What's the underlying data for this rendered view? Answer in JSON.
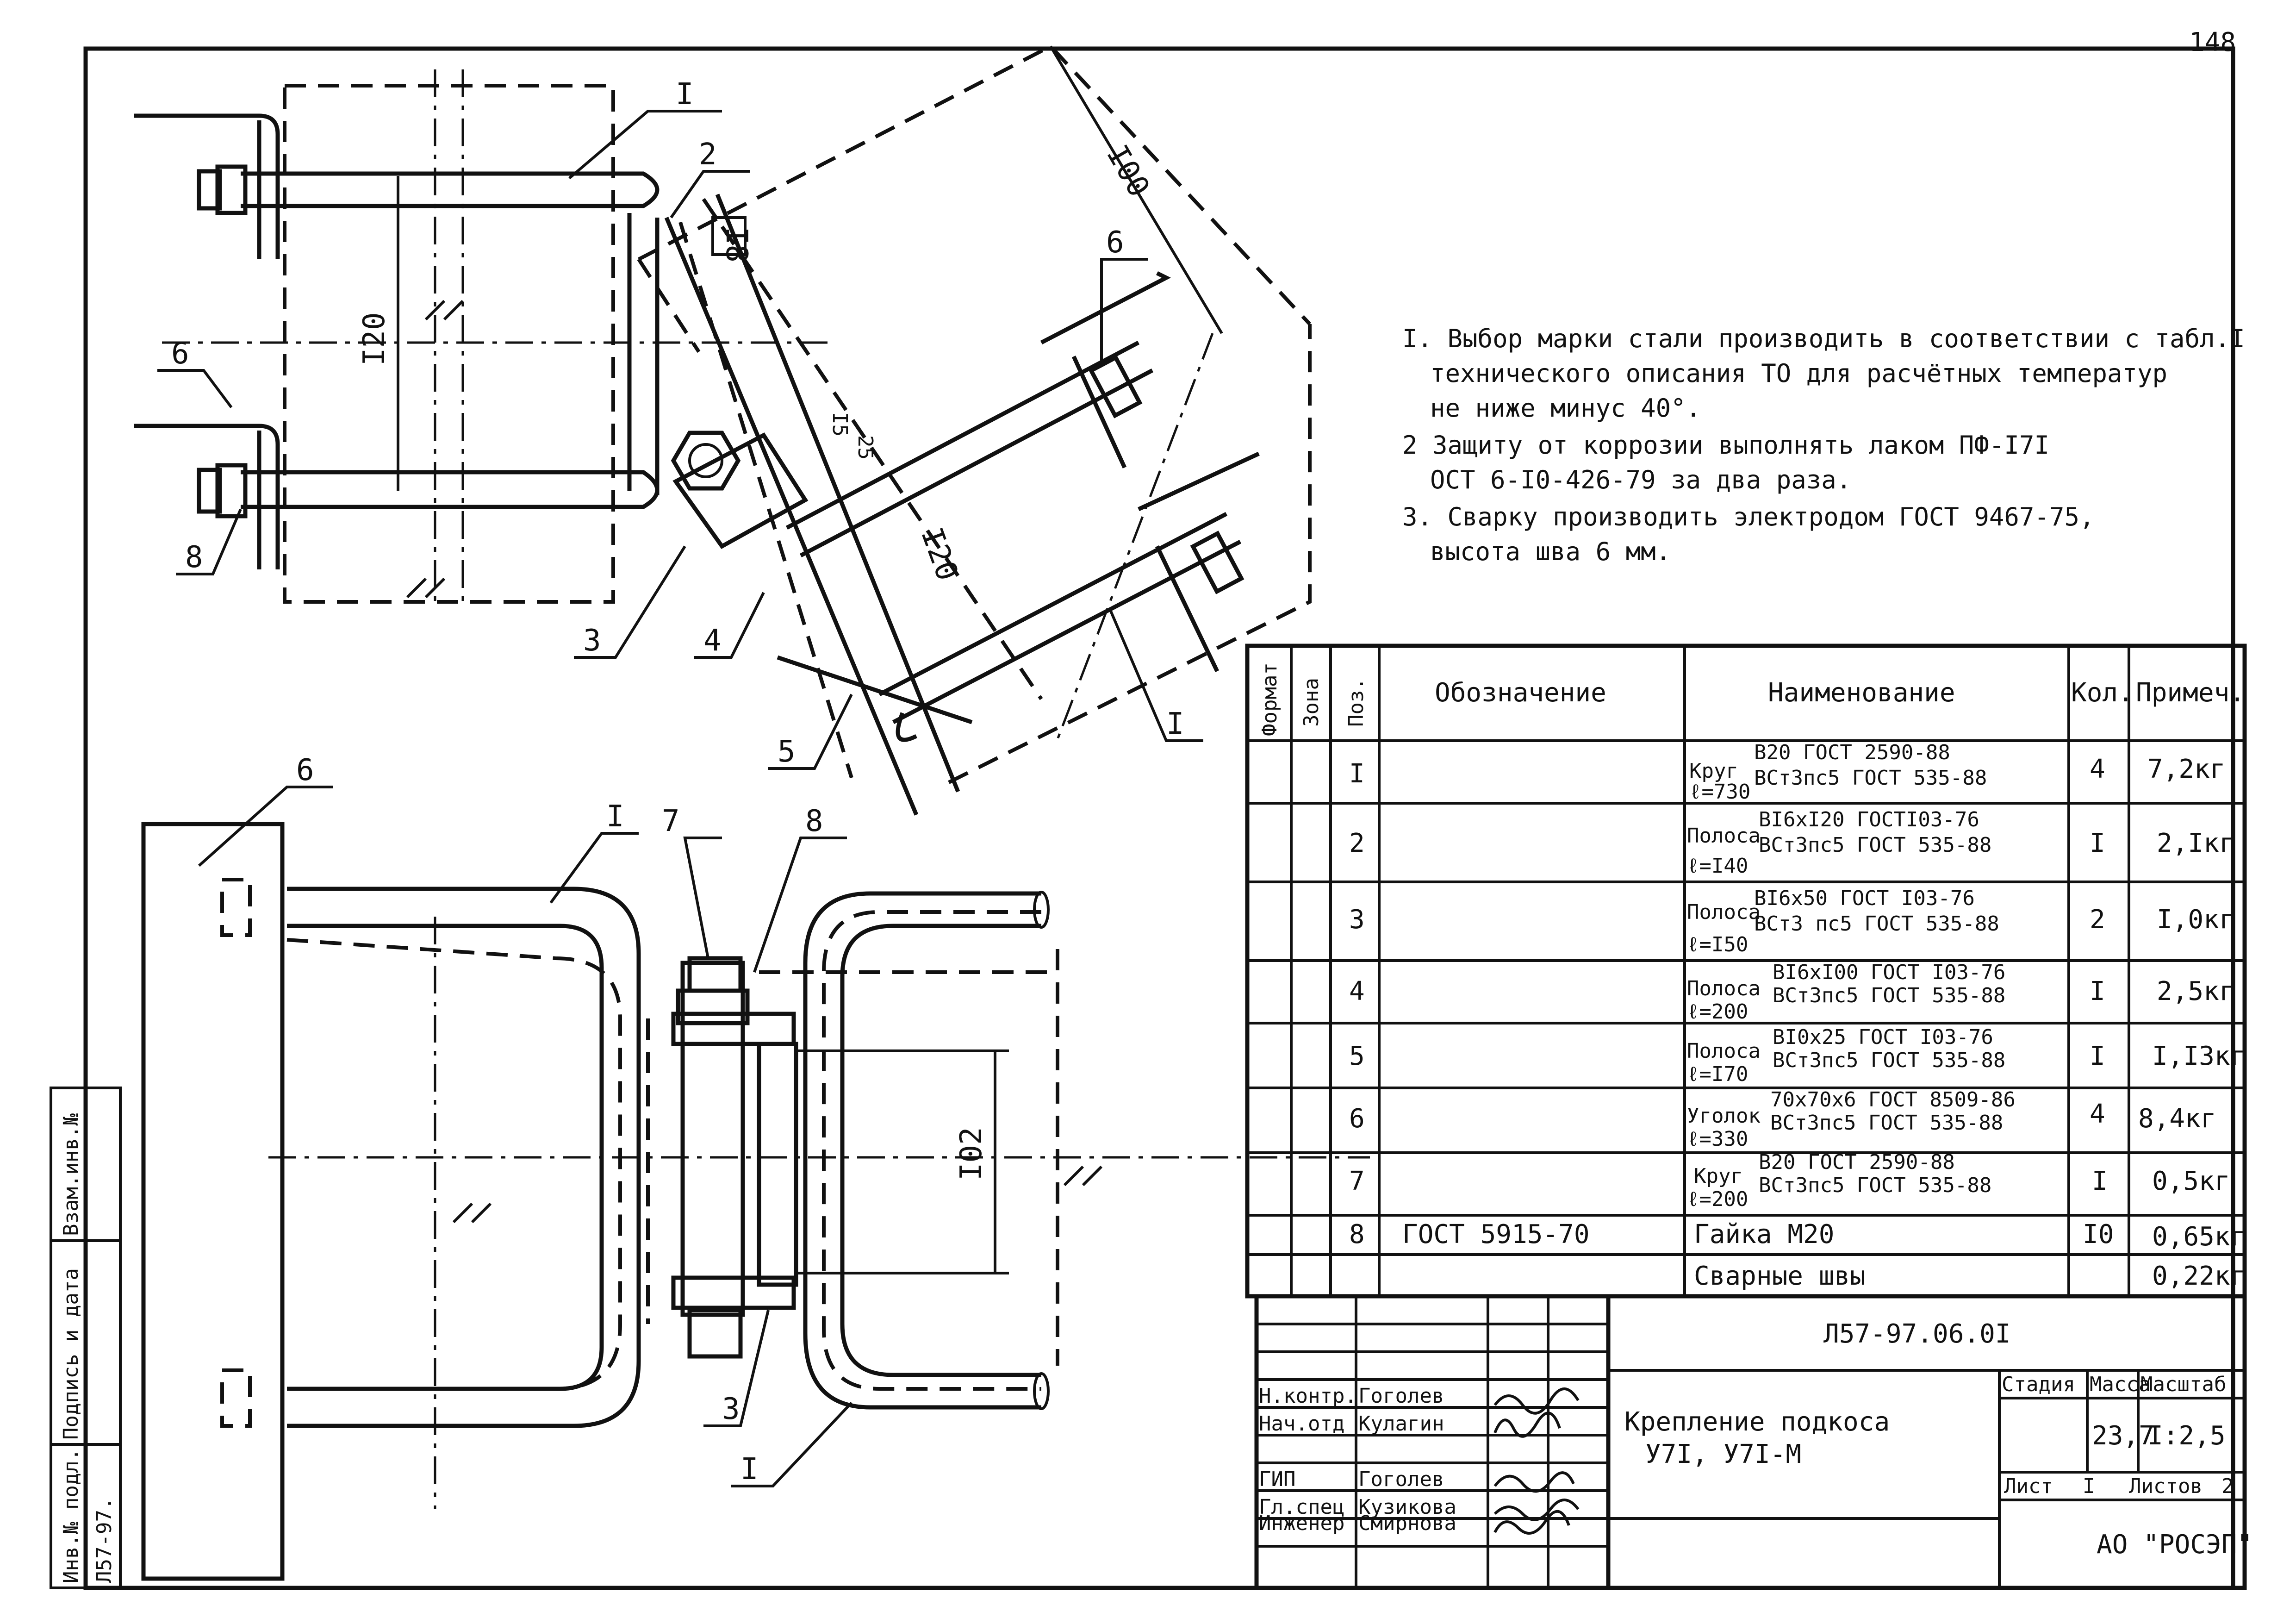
{
  "page_number": "148",
  "notes": [
    "I. Выбор марки стали производить в соответствии с табл.I",
    "технического описания ТО  для расчётных температур",
    "не ниже минус 40°.",
    "2 Защиту от коррозии выполнять лаком ПФ-I7I",
    "ОСТ 6-I0-426-79 за два раза.",
    "3. Сварку производить электродом ГОСТ 9467-75,",
    "высота шва 6 мм."
  ],
  "dimensions": {
    "d100": "I00",
    "d18": "I8",
    "d120_left": "I20",
    "d15": "I5",
    "d25": "25",
    "d120_diag": "I20",
    "d102": "I02"
  },
  "callouts": {
    "top_1a": "I",
    "top_2": "2",
    "top_6a": "6",
    "top_6b": "6",
    "top_8": "8",
    "top_3": "3",
    "top_4": "4",
    "top_5": "5",
    "top_1b": "I",
    "bot_6": "6",
    "bot_1a": "I",
    "bot_7": "7",
    "bot_8": "8",
    "bot_3": "3",
    "bot_1b": "I"
  },
  "spec_table": {
    "headers": {
      "format": "Формат",
      "zone": "Зона",
      "pos": "Поз.",
      "designation": "Обозначение",
      "name": "Наименование",
      "qty": "Кол.",
      "note": "Примеч."
    },
    "rows": [
      {
        "pos": "I",
        "designation": "",
        "name_main": "Круг",
        "name_len": "ℓ=730",
        "std1": "В20 ГОСТ 2590-88",
        "std2": "ВСт3пс5 ГОСТ 535-88",
        "qty": "4",
        "note": "7,2кг"
      },
      {
        "pos": "2",
        "designation": "",
        "name_main": "Полоса",
        "name_len": "ℓ=I40",
        "std1": "BI6xI20 ГОСТI03-76",
        "std2": "ВСт3пс5 ГОСТ 535-88",
        "qty": "I",
        "note": "2,Iкг"
      },
      {
        "pos": "3",
        "designation": "",
        "name_main": "Полоса",
        "name_len": "ℓ=I50",
        "std1": "BI6x50 ГОСТ I03-76",
        "std2": "ВСт3 пс5 ГОСТ 535-88",
        "qty": "2",
        "note": "I,0кг"
      },
      {
        "pos": "4",
        "designation": "",
        "name_main": "Полоса",
        "name_len": "ℓ=200",
        "std1": "BI6xI00 ГОСТ I03-76",
        "std2": "ВСт3пс5 ГОСТ 535-88",
        "qty": "I",
        "note": "2,5кг"
      },
      {
        "pos": "5",
        "designation": "",
        "name_main": "Полоса",
        "name_len": "ℓ=I70",
        "std1": "BI0x25 ГОСТ I03-76",
        "std2": "ВСт3пс5 ГОСТ 535-88",
        "qty": "I",
        "note": "I,I3кг"
      },
      {
        "pos": "6",
        "designation": "",
        "name_main": "Уголок",
        "name_len": "ℓ=330",
        "std1": "70x70x6 ГОСТ 8509-86",
        "std2": "ВСт3пс5 ГОСТ 535-88",
        "qty": "4",
        "note": "8,4кг"
      },
      {
        "pos": "7",
        "designation": "",
        "name_main": "Круг",
        "name_len": "ℓ=200",
        "std1": "В20 ГОСТ 2590-88",
        "std2": "ВСт3пс5 ГОСТ 535-88",
        "qty": "I",
        "note": "0,5кг"
      },
      {
        "pos": "8",
        "designation": "ГОСТ 5915-70",
        "name_main": "Гайка М20",
        "name_len": "",
        "std1": "",
        "std2": "",
        "qty": "I0",
        "note": "0,65кг"
      },
      {
        "pos": "",
        "designation": "",
        "name_main": "Сварные швы",
        "name_len": "",
        "std1": "",
        "std2": "",
        "qty": "",
        "note": "0,22кг"
      }
    ]
  },
  "title_block": {
    "doc_code": "Л57-97.06.0I",
    "title_line1": "Крепление подкоса",
    "title_line2": "У7I, У7I-М",
    "stage_label": "Стадия",
    "mass_label": "Масса",
    "scale_label": "Масштаб",
    "mass": "23,7",
    "scale": "I:2,5",
    "sheet_label": "Лист",
    "sheet": "I",
    "sheets_label": "Листов",
    "sheets": "2",
    "org": "АО \"РОСЭП\"",
    "roles": [
      {
        "role": "Н.контр.",
        "name": "Гоголев"
      },
      {
        "role": "Нач.отд",
        "name": "Кулагин"
      },
      {
        "role": "",
        "name": ""
      },
      {
        "role": "ГИП",
        "name": "Гоголев"
      },
      {
        "role": "Гл.спец",
        "name": "Кузикова"
      },
      {
        "role": "Инженер",
        "name": "Смирнова"
      }
    ]
  },
  "side_stamp": {
    "inv_orig": "Инв.№ подл.",
    "sign_date": "Подпись и дата",
    "inv_replace": "Взам.инв.№",
    "code": "Л57-97."
  }
}
